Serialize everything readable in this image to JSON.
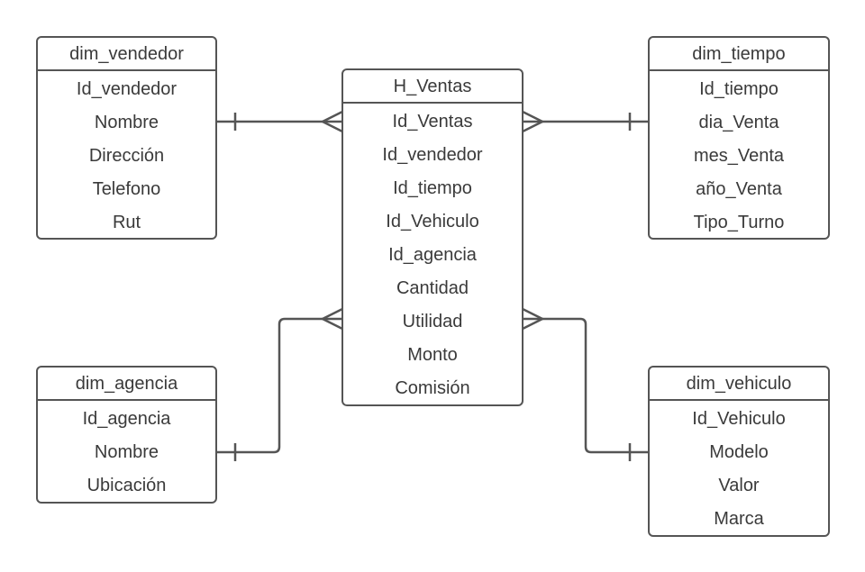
{
  "colors": {
    "stroke": "#555555",
    "text": "#3a3a3a",
    "background": "#ffffff"
  },
  "entities": {
    "h_ventas": {
      "title": "H_Ventas",
      "fields": [
        "Id_Ventas",
        "Id_vendedor",
        "Id_tiempo",
        "Id_Vehiculo",
        "Id_agencia",
        "Cantidad",
        "Utilidad",
        "Monto",
        "Comisión"
      ]
    },
    "dim_vendedor": {
      "title": "dim_vendedor",
      "fields": [
        "Id_vendedor",
        "Nombre",
        "Dirección",
        "Telefono",
        "Rut"
      ]
    },
    "dim_tiempo": {
      "title": "dim_tiempo",
      "fields": [
        "Id_tiempo",
        "dia_Venta",
        "mes_Venta",
        "año_Venta",
        "Tipo_Turno"
      ]
    },
    "dim_agencia": {
      "title": "dim_agencia",
      "fields": [
        "Id_agencia",
        "Nombre",
        "Ubicación"
      ]
    },
    "dim_vehiculo": {
      "title": "dim_vehiculo",
      "fields": [
        "Id_Vehiculo",
        "Modelo",
        "Valor",
        "Marca"
      ]
    }
  },
  "relationships": [
    {
      "from": "dim_vendedor",
      "to": "h_ventas",
      "from_cardinality": "one",
      "to_cardinality": "many"
    },
    {
      "from": "dim_tiempo",
      "to": "h_ventas",
      "from_cardinality": "one",
      "to_cardinality": "many"
    },
    {
      "from": "dim_agencia",
      "to": "h_ventas",
      "from_cardinality": "one",
      "to_cardinality": "many"
    },
    {
      "from": "dim_vehiculo",
      "to": "h_ventas",
      "from_cardinality": "one",
      "to_cardinality": "many"
    }
  ]
}
